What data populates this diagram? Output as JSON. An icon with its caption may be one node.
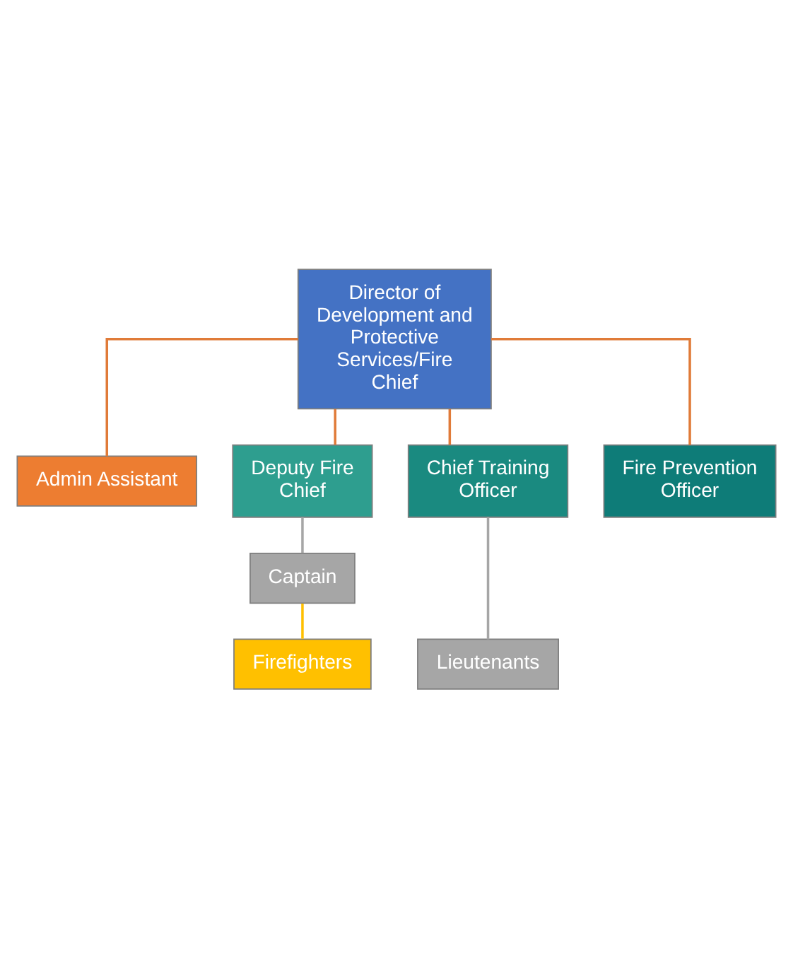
{
  "diagram": {
    "nodes": [
      {
        "text": [
          "Director of Development and Protective Services/Fire Chief"
        ]
      },
      {
        "text": [
          "Admin Assistant"
        ]
      },
      {
        "text": [
          "Deputy Fire Chief"
        ]
      },
      {
        "text": [
          "Chief Training Officer"
        ]
      },
      {
        "text": [
          "Fire Prevention Officer"
        ]
      },
      {
        "text": [
          "Captain"
        ]
      },
      {
        "text": [
          "Lieutenants"
        ]
      },
      {
        "text": [
          "Firefighters"
        ]
      }
    ],
    "edges": [
      {
        "from": 0,
        "to": 1,
        "arrow": "none"
      },
      {
        "from": 0,
        "to": 2,
        "arrow": "none"
      },
      {
        "from": 0,
        "to": 3,
        "arrow": "none"
      },
      {
        "from": 0,
        "to": 4,
        "arrow": "none"
      },
      {
        "from": 2,
        "to": 5,
        "arrow": "none",
        "color": "#a6a6a6"
      },
      {
        "from": 3,
        "to": 6,
        "arrow": "none",
        "color": "#a6a6a6"
      },
      {
        "from": 5,
        "to": 7,
        "arrow": "none",
        "color": "#ffc000"
      }
    ]
  }
}
